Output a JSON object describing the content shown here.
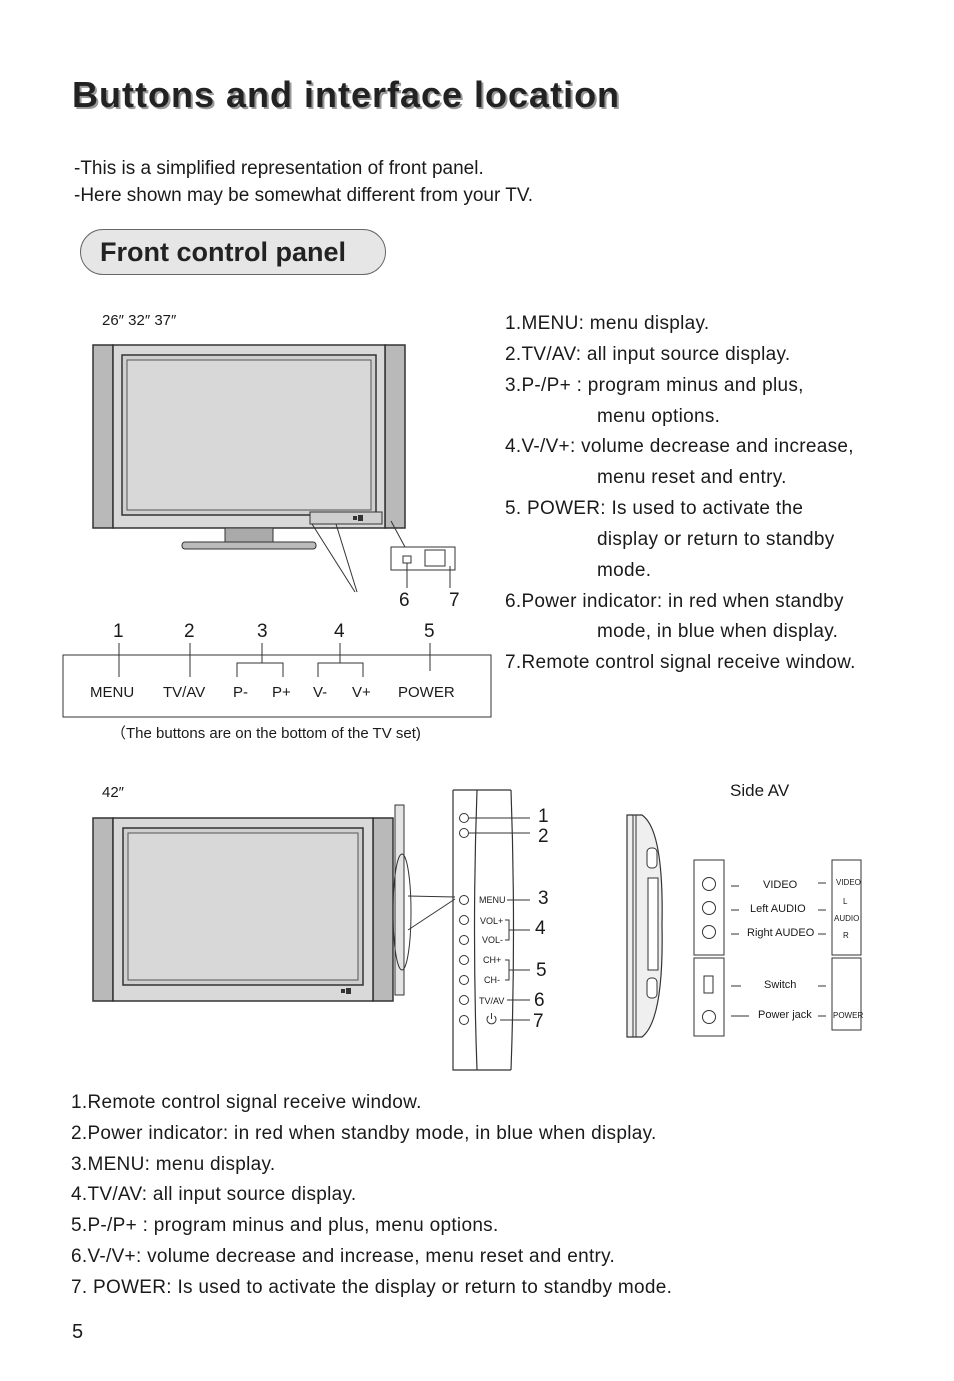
{
  "heading": "Buttons and interface location",
  "intro": [
    "-This is a simplified representation of front panel.",
    "-Here shown may be somewhat different from your TV."
  ],
  "section_title": "Front control panel",
  "model_sizes_top": "26″ 32″  37″",
  "model_size_bottom": "42″",
  "top_callouts": {
    "six": "6",
    "seven": "7"
  },
  "top_button_numbers": [
    "1",
    "2",
    "3",
    "4",
    "5"
  ],
  "top_button_labels": [
    "MENU",
    "TV/AV",
    "P-",
    "P+",
    "V-",
    "V+",
    "POWER"
  ],
  "top_buttons_note": "（The buttons are on the bottom of the TV set)",
  "top_descriptions": [
    "1.MENU: menu display.",
    "2.TV/AV: all input source display.",
    "3.P-/P+ : program minus and plus,",
    "menu options.",
    "4.V-/V+: volume decrease and increase,",
    "menu reset and entry.",
    "5. POWER: Is used to activate the",
    "display or return to standby",
    "mode.",
    "6.Power indicator: in red when standby",
    "mode,  in blue when display.",
    "7.Remote control signal receive window."
  ],
  "side_panel_labels": [
    "MENU",
    "VOL+",
    "VOL-",
    "CH+",
    "CH-",
    "TV/AV"
  ],
  "side_panel_numbers": [
    "1",
    "2",
    "3",
    "4",
    "5",
    "6",
    "7"
  ],
  "side_av_title": "Side AV",
  "side_av_labels": [
    "VIDEO",
    "Left AUDIO",
    "Right AUDEO",
    "Switch",
    "Power jack"
  ],
  "side_av_tag_labels": [
    "VIDEO",
    "L",
    "AUDIO",
    "R",
    "POWER"
  ],
  "bottom_descriptions": [
    "1.Remote control signal receive window.",
    "2.Power indicator: in red when standby  mode,  in blue when display.",
    "3.MENU: menu display.",
    "4.TV/AV: all input source display.",
    "5.P-/P+ : program minus and plus,  menu options.",
    "6.V-/V+: volume decrease and increase, menu reset and entry.",
    "7. POWER: Is used to activate the display or return to standby mode."
  ],
  "page_number": "5"
}
